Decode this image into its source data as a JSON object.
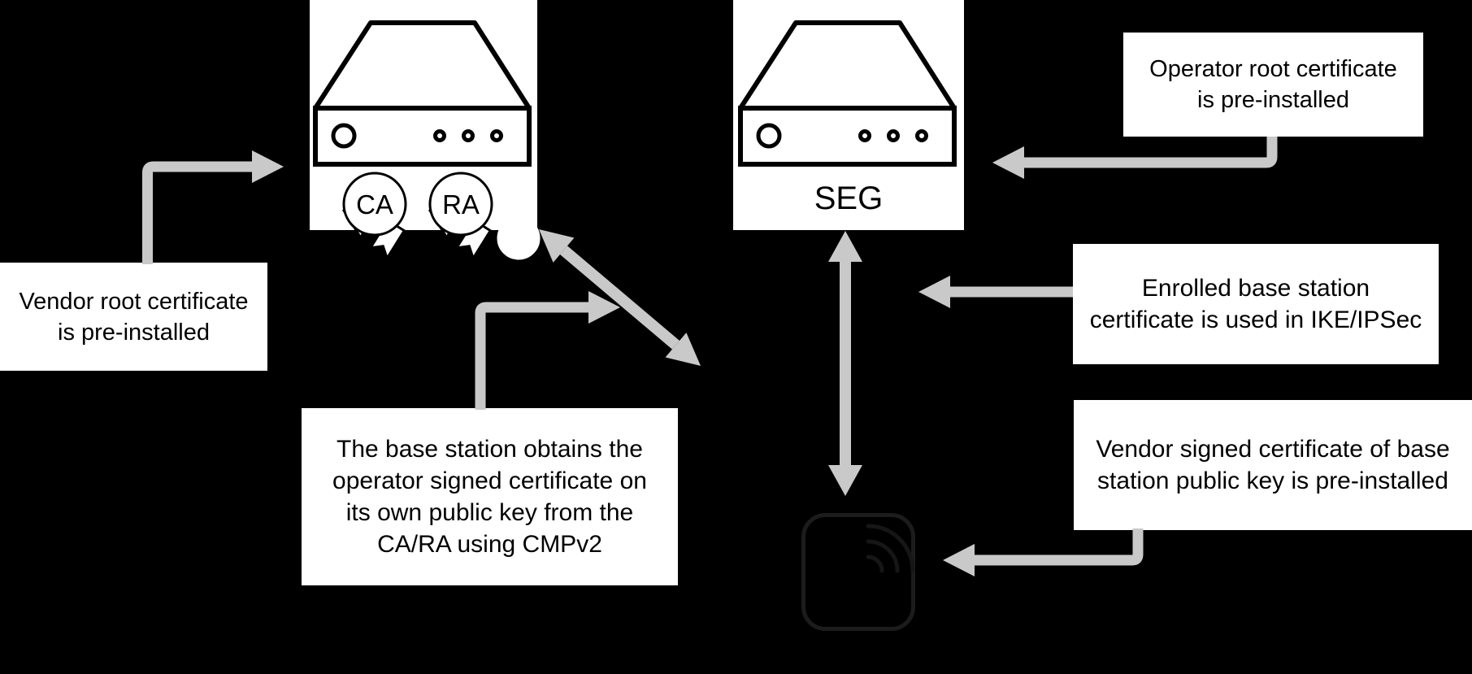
{
  "colors": {
    "background": "#000000",
    "box_fill": "#ffffff",
    "arrow": "#c9c9c9",
    "text": "#000000",
    "line_art": "#000000"
  },
  "nodes": {
    "ca_ra": {
      "icon": "server-icon",
      "seals": [
        {
          "label": "CA"
        },
        {
          "label": "RA"
        }
      ]
    },
    "seg": {
      "icon": "server-icon",
      "label": "SEG"
    },
    "base_station": {
      "icon": "base-station-icon"
    }
  },
  "annotations": {
    "vendor_root": {
      "lines": [
        "Vendor root certificate",
        "is pre-installed"
      ]
    },
    "operator_root": {
      "lines": [
        "Operator root certificate",
        "is pre-installed"
      ]
    },
    "cmp_enrollment": {
      "lines": [
        "The base station obtains the",
        "operator signed certificate on",
        "its own public key from the",
        "CA/RA using CMPv2"
      ]
    },
    "enrolled_cert": {
      "lines": [
        "Enrolled base station",
        "certificate is used in IKE/IPSec"
      ]
    },
    "vendor_signed_cert": {
      "lines": [
        "Vendor signed certificate of base",
        "station public key is pre-installed"
      ]
    }
  },
  "icons": {
    "server": "server-icon",
    "base_station": "base-station-icon",
    "seal": "rosette-seal-icon",
    "arrow": "gray-arrow"
  }
}
